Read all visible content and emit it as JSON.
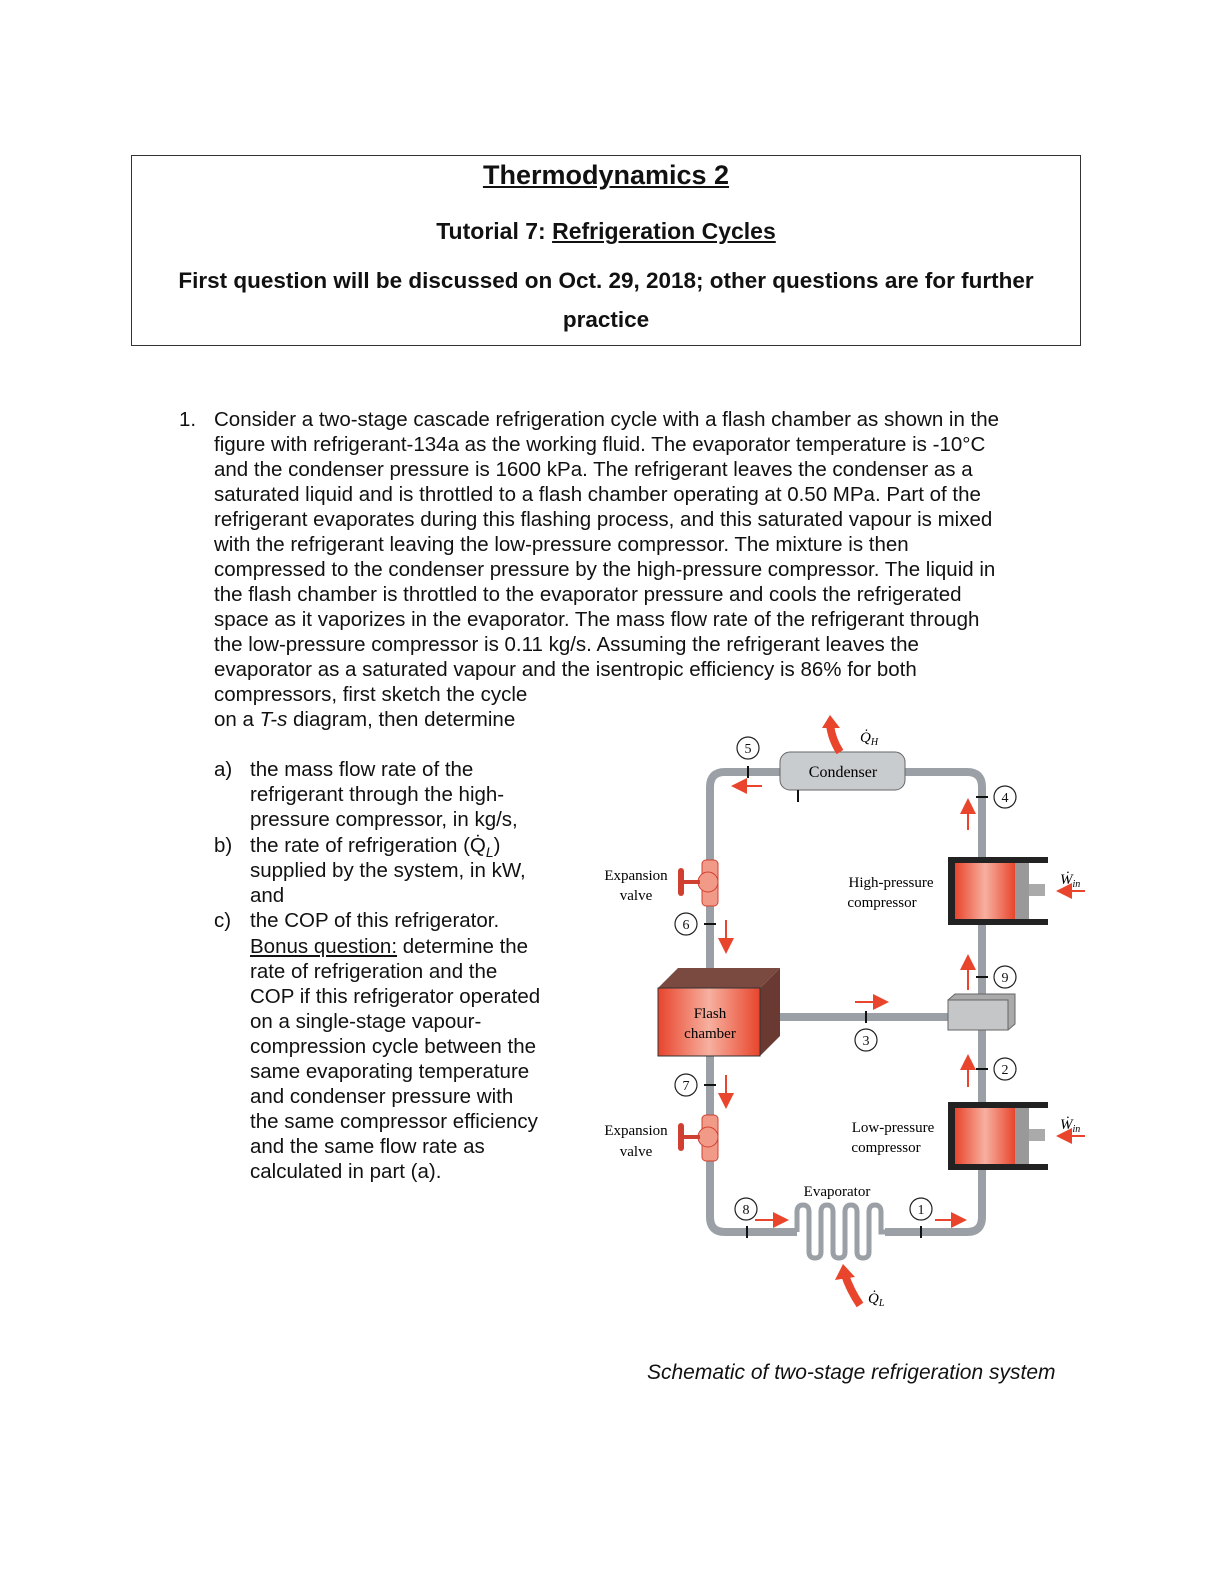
{
  "header": {
    "title": "Thermodynamics 2",
    "tutorial_prefix": "Tutorial 7: ",
    "tutorial_topic": "Refrigeration Cycles",
    "note_line1": "First question will be discussed on Oct. 29, 2018; other questions are for further",
    "note_line2": "practice"
  },
  "question": {
    "number": "1.",
    "lines": [
      "Consider a two-stage cascade refrigeration cycle with a flash chamber as shown in the",
      "figure with refrigerant-134a as the working fluid.  The evaporator temperature is -10°C",
      "and the condenser pressure is 1600 kPa.  The refrigerant leaves the condenser as a",
      "saturated liquid and is throttled to a flash chamber operating at 0.50 MPa.  Part of the",
      "refrigerant evaporates during this flashing process, and this saturated vapour is mixed",
      "with the refrigerant leaving the low-pressure compressor.  The mixture is then",
      "compressed to the condenser pressure by the high-pressure compressor.  The liquid in",
      "the flash chamber is throttled to the evaporator pressure and cools the refrigerated",
      "space as it vaporizes in the evaporator.  The mass flow rate of the refrigerant through",
      "the low-pressure compressor is 0.11 kg/s.  Assuming the refrigerant leaves the",
      "evaporator as a saturated vapour and the isentropic efficiency is 86% for both",
      "compressors, first sketch the cycle"
    ],
    "last_line_pre": "on a ",
    "last_line_ts": "T-s",
    "last_line_post": " diagram, then determine",
    "parts": [
      {
        "label": "a)",
        "lines": [
          "the mass flow rate of the",
          "refrigerant through the high-",
          "pressure compressor, in kg/s,"
        ]
      },
      {
        "label": "b)",
        "lines": [
          "the rate of refrigeration (Q̇",
          "supplied by the system, in kW,",
          "and"
        ],
        "sub": "L",
        "close": ")"
      },
      {
        "label": "c)",
        "lines": [
          "the COP of this refrigerator."
        ]
      }
    ],
    "bonus_label": "Bonus question:",
    "bonus_first": " determine the",
    "bonus_lines": [
      "rate of refrigeration and the",
      "COP if this refrigerator operated",
      "on a single-stage vapour-",
      "compression cycle between the",
      "same evaporating temperature",
      "and condenser pressure with",
      "the same compressor efficiency",
      "and the same flow rate as",
      "calculated in part (a)."
    ]
  },
  "figure": {
    "condenser": "Condenser",
    "flash1": "Flash",
    "flash2": "chamber",
    "exp1a": "Expansion",
    "exp1b": "valve",
    "exp2a": "Expansion",
    "exp2b": "valve",
    "hp1": "High-pressure",
    "hp2": "compressor",
    "lp1": "Low-pressure",
    "lp2": "compressor",
    "evaporator": "Evaporator",
    "qh": "Q̇",
    "qh_sub": "H",
    "ql": "Q̇",
    "ql_sub": "L",
    "win": "Ẇ",
    "win_sub": "in",
    "states": [
      "1",
      "2",
      "3",
      "4",
      "5",
      "6",
      "7",
      "8",
      "9"
    ],
    "caption": "Schematic of two-stage refrigeration system",
    "colors": {
      "red": "#e8452c",
      "pipe": "#b8bcc0"
    }
  }
}
